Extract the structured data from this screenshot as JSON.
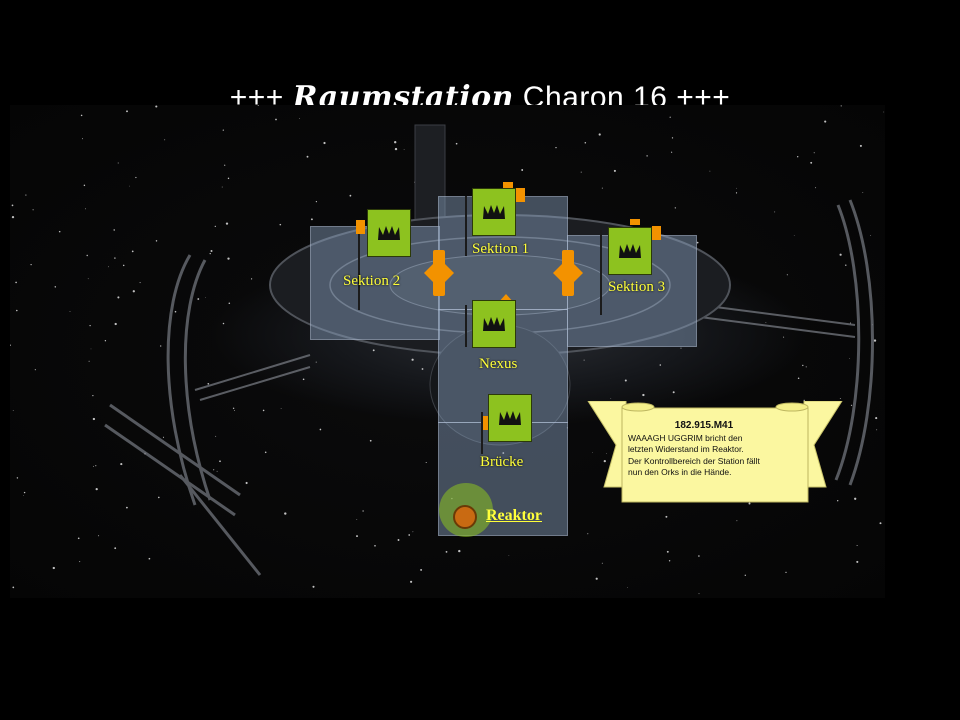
{
  "title": {
    "prefix": "+++ ",
    "gothic_word": "Raumstation",
    "rest": " Charon 16 +++"
  },
  "sections": {
    "sektion1": "Sektion 1",
    "sektion2": "Sektion 2",
    "sektion3": "Sektion 3",
    "nexus": "Nexus",
    "bruecke": "Brücke",
    "reaktor": "Reaktor"
  },
  "banner": {
    "date": "182.915.M41",
    "line1": "WAAAGH UGGRIM  bricht den",
    "line2": "letzten Widerstand im Reaktor.",
    "line3": "Der Kontrollbereich der Station  fällt",
    "line4": "nun den Orks in die Hände."
  },
  "colors": {
    "ork_green": "#8dc21f",
    "pennant_orange": "#f39200",
    "label_yellow": "#ffff3a",
    "scroll_yellow": "#fbf7a0",
    "current_marker": "#c96a12"
  },
  "icons": {
    "faction": "ork-glyph-icon",
    "connector": "orange-cross-connector",
    "position": "active-location-marker"
  }
}
